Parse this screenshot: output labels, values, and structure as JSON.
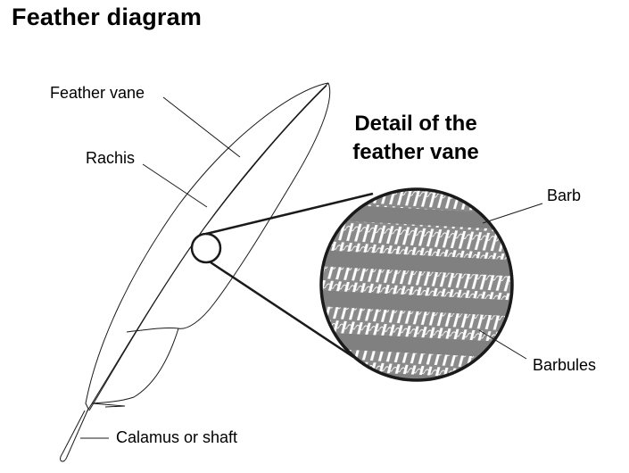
{
  "title": "Feather diagram",
  "detail": {
    "line1": "Detail of the",
    "line2": "feather vane"
  },
  "labels": {
    "feather_vane": "Feather vane",
    "rachis": "Rachis",
    "calamus": "Calamus or shaft",
    "barb": "Barb",
    "barbules": "Barbules"
  },
  "colors": {
    "line": "#1a1a1a",
    "barb_gray": "#808080",
    "background": "#ffffff"
  }
}
